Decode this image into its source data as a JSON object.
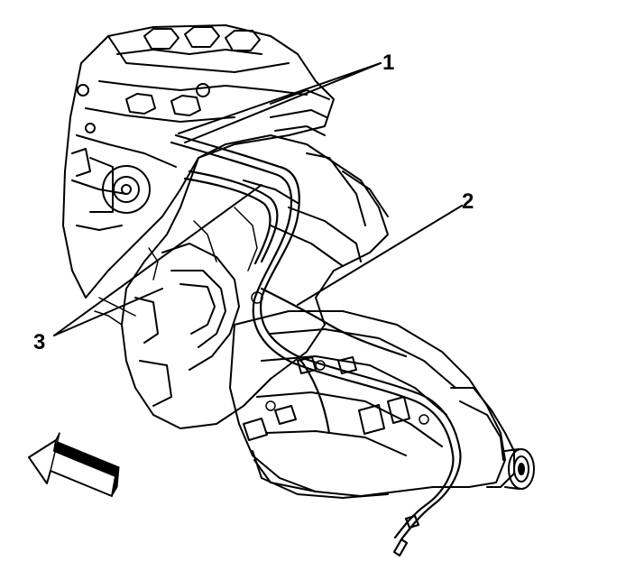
{
  "callouts": {
    "c1": "1",
    "c2": "2",
    "c3": "3"
  },
  "colors": {
    "ink": "#000000",
    "paper": "#ffffff"
  },
  "icons": {
    "direction": "front-direction-arrow-icon"
  }
}
